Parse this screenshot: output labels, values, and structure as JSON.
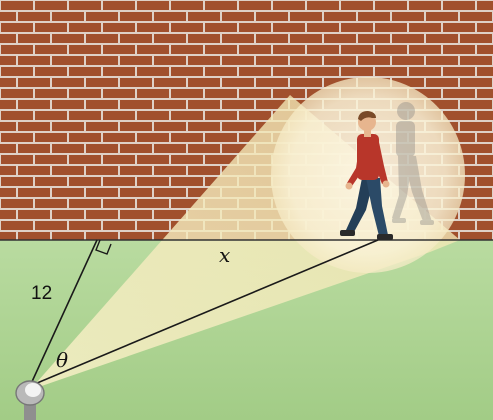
{
  "labels": {
    "distance": "12",
    "walk": "x",
    "angle": "θ"
  },
  "colors": {
    "wall_mortar": "#e7d8cf",
    "brick": "#a8542f",
    "brick_shadow": "#7e3b1f",
    "grass": "#a9d08e",
    "grass_light": "#c8e3b5",
    "beam": "#f3e7b0",
    "spot": "#fbf4dc",
    "shirt": "#b8362a",
    "jeans": "#27445e",
    "skin": "#e7b58e",
    "ghost": "#8a8a8a",
    "line": "#222222"
  },
  "icons": {
    "light": "spotlight-icon",
    "person": "walking-person-icon"
  }
}
